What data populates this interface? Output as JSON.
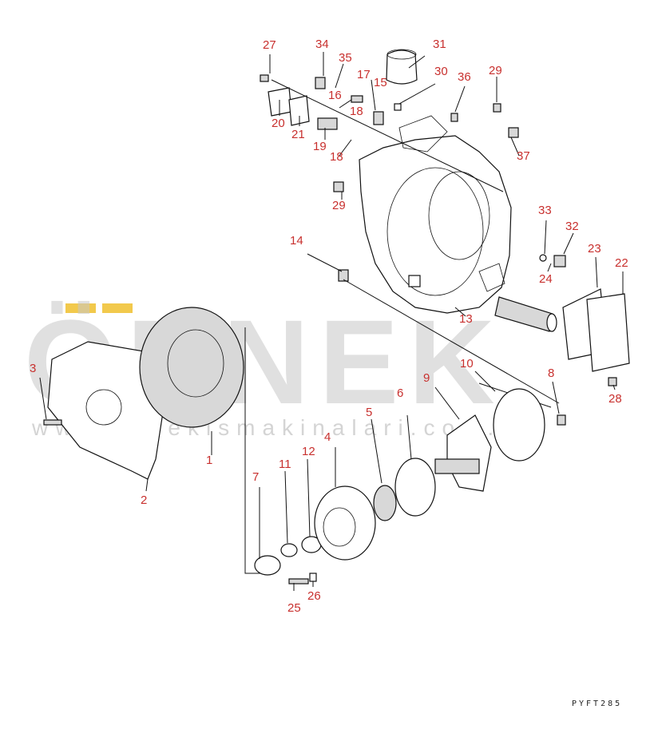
{
  "watermark": {
    "brand": "ÖRNEK",
    "url": "www.ornekismakinalari.com.tr",
    "accent_color": "#f2c94c"
  },
  "reference_code": "PYFT285",
  "callout_color": "#c8302e",
  "callouts": [
    {
      "id": "c1",
      "text": "1"
    },
    {
      "id": "c2",
      "text": "2"
    },
    {
      "id": "c3",
      "text": "3"
    },
    {
      "id": "c4",
      "text": "4"
    },
    {
      "id": "c5",
      "text": "5"
    },
    {
      "id": "c6",
      "text": "6"
    },
    {
      "id": "c7",
      "text": "7"
    },
    {
      "id": "c8",
      "text": "8"
    },
    {
      "id": "c9",
      "text": "9"
    },
    {
      "id": "c10",
      "text": "10"
    },
    {
      "id": "c11",
      "text": "11"
    },
    {
      "id": "c12",
      "text": "12"
    },
    {
      "id": "c13",
      "text": "13"
    },
    {
      "id": "c14",
      "text": "14"
    },
    {
      "id": "c15",
      "text": "15"
    },
    {
      "id": "c16",
      "text": "16"
    },
    {
      "id": "c17",
      "text": "17"
    },
    {
      "id": "c18a",
      "text": "18"
    },
    {
      "id": "c18b",
      "text": "18"
    },
    {
      "id": "c19",
      "text": "19"
    },
    {
      "id": "c20",
      "text": "20"
    },
    {
      "id": "c21",
      "text": "21"
    },
    {
      "id": "c22",
      "text": "22"
    },
    {
      "id": "c23",
      "text": "23"
    },
    {
      "id": "c24",
      "text": "24"
    },
    {
      "id": "c25",
      "text": "25"
    },
    {
      "id": "c26",
      "text": "26"
    },
    {
      "id": "c27",
      "text": "27"
    },
    {
      "id": "c28",
      "text": "28"
    },
    {
      "id": "c29a",
      "text": "29"
    },
    {
      "id": "c29b",
      "text": "29"
    },
    {
      "id": "c30",
      "text": "30"
    },
    {
      "id": "c31",
      "text": "31"
    },
    {
      "id": "c32",
      "text": "32"
    },
    {
      "id": "c33",
      "text": "33"
    },
    {
      "id": "c34",
      "text": "34"
    },
    {
      "id": "c35",
      "text": "35"
    },
    {
      "id": "c36",
      "text": "36"
    },
    {
      "id": "c37",
      "text": "37"
    }
  ]
}
